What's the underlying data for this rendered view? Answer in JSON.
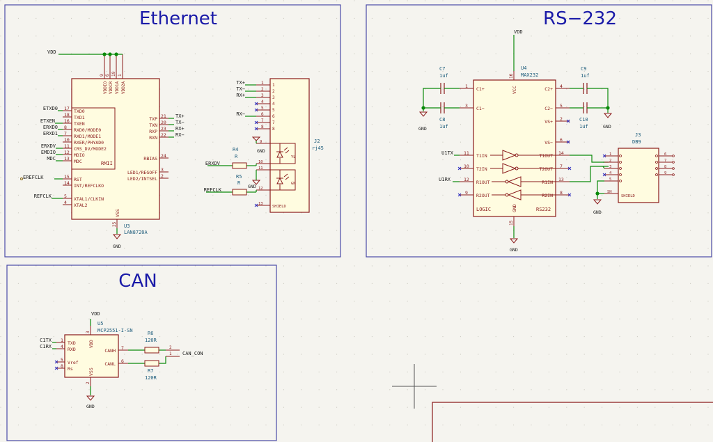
{
  "colors": {
    "background": "#f5f4ef",
    "frame": "#4a4aa8",
    "wire": "#0a8a0a",
    "body_outline": "#8a1a1a",
    "body_fill": "#fffce0",
    "pin": "#8a1a1a",
    "text_pin": "#8a1a1a",
    "text_ref": "#1a5a7a",
    "text_net": "#1a1a1a",
    "title": "#1a1aa8",
    "no_connect": "#3030c0"
  },
  "sheets": {
    "ethernet": "Ethernet",
    "rs232": "RS−232",
    "can": "CAN"
  },
  "ethernet": {
    "u3_ref": "U3",
    "u3_value": "LAN8720A",
    "rmii": "RMII",
    "pins_top": [
      {
        "name": "VDDIO",
        "num": "9"
      },
      {
        "name": "VDDCR",
        "num": "6"
      },
      {
        "name": "VDD1A",
        "num": "19"
      },
      {
        "name": "VDD2A",
        "num": "1"
      }
    ],
    "pins_left": [
      {
        "name": "TXD0",
        "num": "17",
        "net": "ETXD0"
      },
      {
        "name": "TXD1",
        "num": "18",
        "net": ""
      },
      {
        "name": "TXEN",
        "num": "16",
        "net": "ETXEN"
      },
      {
        "name": "RXD0/MODE0",
        "num": "8",
        "net": "ERXD0"
      },
      {
        "name": "RXD1/MODE1",
        "num": "7",
        "net": "ERXD1"
      },
      {
        "name": "RXER/PHYAD0",
        "num": "10",
        "net": ""
      },
      {
        "name": "CRS_DV/MODE2",
        "num": "11",
        "net": "ERXDV"
      },
      {
        "name": "MDIO",
        "num": "12",
        "net": "EMDIO"
      },
      {
        "name": "MDC",
        "num": "13",
        "net": "MDC"
      }
    ],
    "pins_left_low": [
      {
        "name": "RST",
        "num": "15"
      },
      {
        "name": "INT/REFCLKO",
        "num": "14"
      },
      {
        "name": "XTAL1/CLKIN",
        "num": "5"
      },
      {
        "name": "XTAL2",
        "num": "4"
      }
    ],
    "pins_right": [
      {
        "name": "TXP",
        "num": "21",
        "net": "TX+"
      },
      {
        "name": "TXN",
        "num": "20",
        "net": "TX−"
      },
      {
        "name": "RXP",
        "num": "23",
        "net": "RX+"
      },
      {
        "name": "RXN",
        "num": "22",
        "net": "RX−"
      },
      {
        "name": "RBIAS",
        "num": "24",
        "net": ""
      },
      {
        "name": "LED1/REGOFF",
        "num": "3",
        "net": ""
      },
      {
        "name": "LED2/INTSEL",
        "num": "2",
        "net": ""
      }
    ],
    "vss": {
      "name": "VSS",
      "num": "25"
    },
    "vdd_net": "VDD",
    "gnd_net": "GND",
    "erefclk": "EREFCLK",
    "refclk": "REFCLK",
    "j2_ref": "J2",
    "j2_value": "rj45",
    "j2_left_nets": [
      "TX+",
      "TX−",
      "RX+",
      "",
      "",
      "RX−",
      "",
      ""
    ],
    "j2_pins": [
      "1",
      "2",
      "3",
      "4",
      "5",
      "6",
      "7",
      "8"
    ],
    "j2_led": [
      "9",
      "10",
      "11",
      "12"
    ],
    "j2_yl": "YL",
    "j2_gn": "GN",
    "j2_shield_num": "13",
    "j2_shield": "SHIELD",
    "r4_ref": "R4",
    "r4_val": "R",
    "r5_ref": "R5",
    "r5_val": "R",
    "erxdv": "ERXDV",
    "refclk2": "REFCLK",
    "gnd1": "GND",
    "gnd2": "GND"
  },
  "rs232": {
    "vdd": "VDD",
    "u4_ref": "U4",
    "u4_value": "MAX232",
    "vcc_num": "16",
    "vcc": "VCC",
    "c7_ref": "C7",
    "c7_val": "1uf",
    "c8_ref": "C8",
    "c8_val": "1uf",
    "c9_ref": "C9",
    "c9_val": "1uf",
    "c10_ref": "C10",
    "c10_val": "1uf",
    "gnd_left": "GND",
    "gnd_right": "GND",
    "gnd_bottom": "GND",
    "gnd_j3": "GND",
    "left_pins": [
      {
        "name": "C1+",
        "num": "1"
      },
      {
        "name": "C1−",
        "num": "3"
      },
      {
        "name": "T1IN",
        "num": "11",
        "net": "U1TX"
      },
      {
        "name": "T2IN",
        "num": "10",
        "net": ""
      },
      {
        "name": "R1OUT",
        "num": "12",
        "net": "U1RX"
      },
      {
        "name": "R2OUT",
        "num": "9",
        "net": ""
      }
    ],
    "right_pins": [
      {
        "name": "C2+",
        "num": "4"
      },
      {
        "name": "C2−",
        "num": "5"
      },
      {
        "name": "VS+",
        "num": "2"
      },
      {
        "name": "VS−",
        "num": "6"
      },
      {
        "name": "T1OUT",
        "num": "14"
      },
      {
        "name": "T2OUT",
        "num": "7"
      },
      {
        "name": "R1IN",
        "num": "13"
      },
      {
        "name": "R2IN",
        "num": "8"
      }
    ],
    "logic": "LOGIC",
    "rs232_label": "RS232",
    "gnd_name": "GND",
    "gnd_num": "15",
    "j3_ref": "J3",
    "j3_value": "DB9",
    "j3_left": [
      "1",
      "2",
      "3",
      "4",
      "5"
    ],
    "j3_right": [
      "6",
      "7",
      "8",
      "9"
    ],
    "j3_shield_num": "SH",
    "j3_shield": "SHIELD"
  },
  "can": {
    "vdd": "VDD",
    "u5_ref": "U5",
    "u5_value": "MCP2551-I-SN",
    "pins_left": [
      {
        "name": "TXD",
        "num": "1",
        "net": "C1TX"
      },
      {
        "name": "RXD",
        "num": "4",
        "net": "C1RX"
      },
      {
        "name": "Vref",
        "num": "5",
        "net": ""
      },
      {
        "name": "Rs",
        "num": "8",
        "net": ""
      }
    ],
    "vdd_pin": {
      "name": "VDD",
      "num": "3"
    },
    "vss_pin": {
      "name": "VSS",
      "num": "2"
    },
    "canh": {
      "name": "CANH",
      "num": "7"
    },
    "canl": {
      "name": "CANL",
      "num": "6"
    },
    "r6_ref": "R6",
    "r6_val": "120R",
    "r7_ref": "R7",
    "r7_val": "120R",
    "con_net": "CAN_CON",
    "con_pins": [
      "2",
      "1"
    ],
    "gnd": "GND"
  }
}
